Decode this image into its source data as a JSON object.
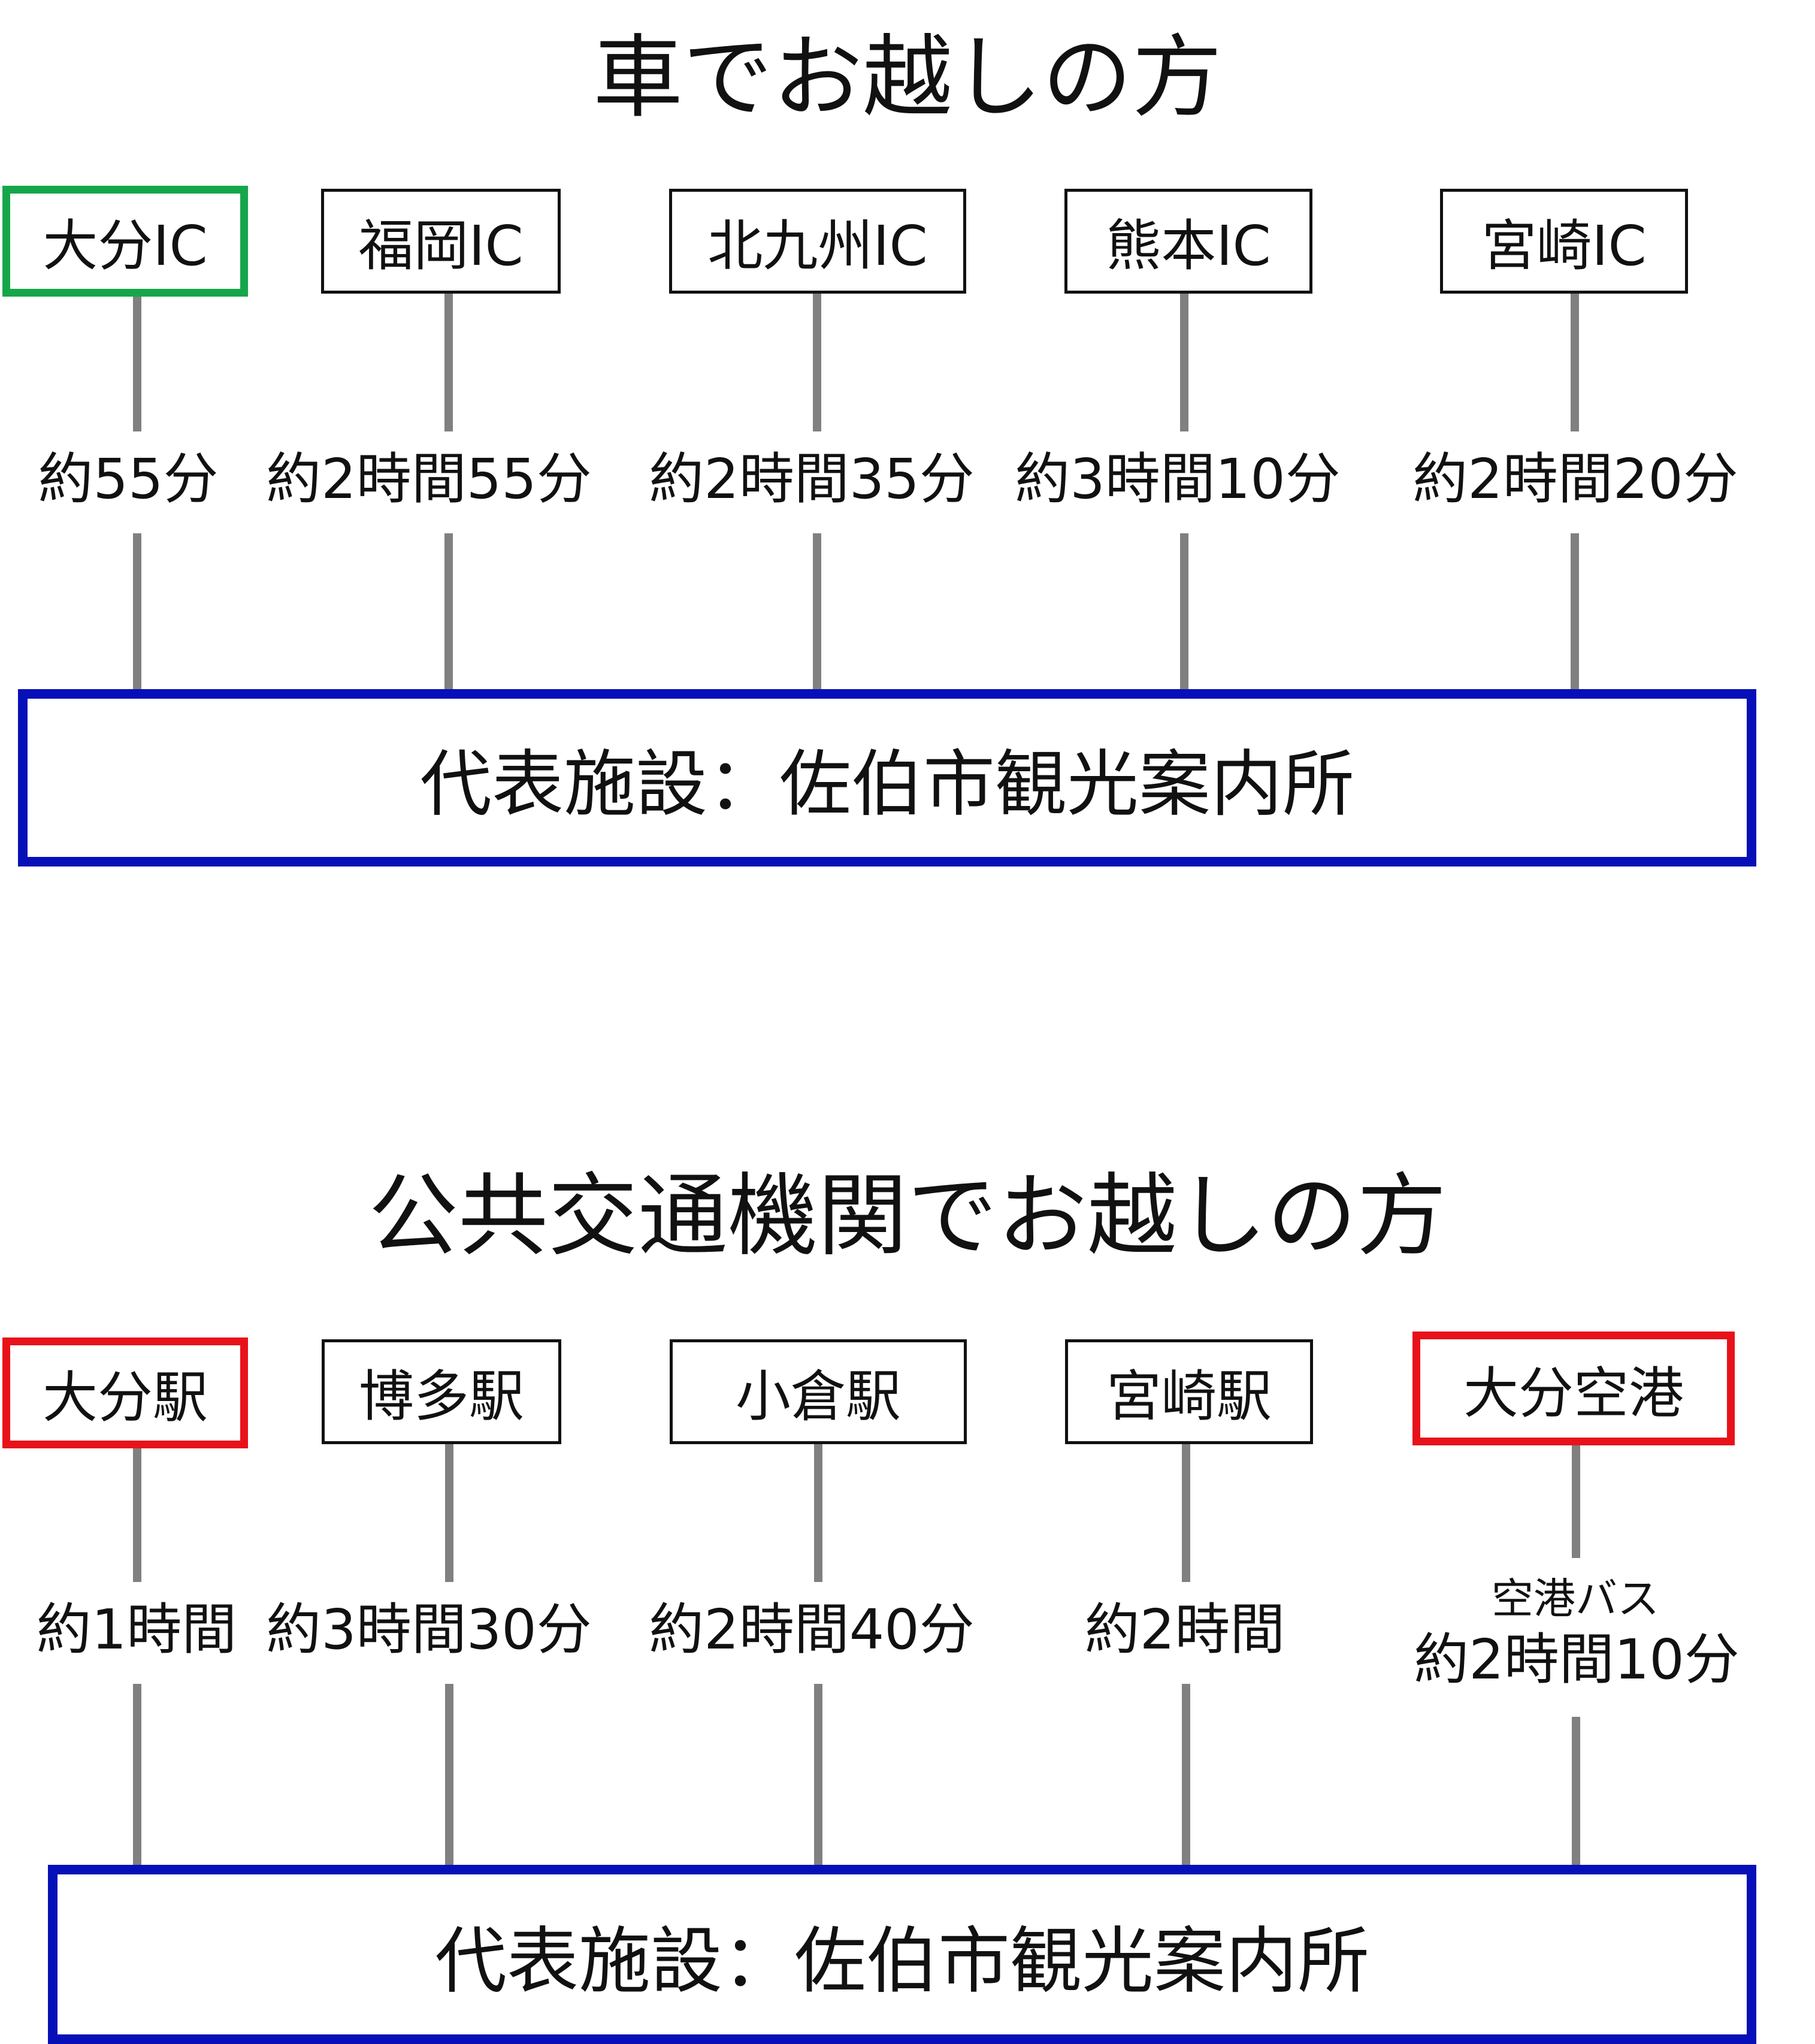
{
  "car_section": {
    "title": "車でお越しの方",
    "origins": [
      {
        "label": "大分IC",
        "time": "約55分",
        "highlight": "green"
      },
      {
        "label": "福岡IC",
        "time": "約2時間55分",
        "highlight": "none"
      },
      {
        "label": "北九州IC",
        "time": "約2時間35分",
        "highlight": "none"
      },
      {
        "label": "熊本IC",
        "time": "約3時間10分",
        "highlight": "none"
      },
      {
        "label": "宮崎IC",
        "time": "約2時間20分",
        "highlight": "none"
      }
    ],
    "destination": "代表施設：佐伯市観光案内所"
  },
  "transit_section": {
    "title": "公共交通機関でお越しの方",
    "origins": [
      {
        "label": "大分駅",
        "time": "約1時間",
        "highlight": "red"
      },
      {
        "label": "博多駅",
        "time": "約3時間30分",
        "highlight": "none"
      },
      {
        "label": "小倉駅",
        "time": "約2時間40分",
        "highlight": "none"
      },
      {
        "label": "宮崎駅",
        "time": "約2時間",
        "highlight": "none"
      },
      {
        "label": "大分空港",
        "time": "約2時間10分",
        "note": "空港バス",
        "highlight": "red"
      }
    ],
    "destination": "代表施設：佐伯市観光案内所"
  },
  "colors": {
    "green_highlight": "#16a64a",
    "red_highlight": "#e8121a",
    "destination_border": "#0710b8",
    "connector": "#808080"
  }
}
